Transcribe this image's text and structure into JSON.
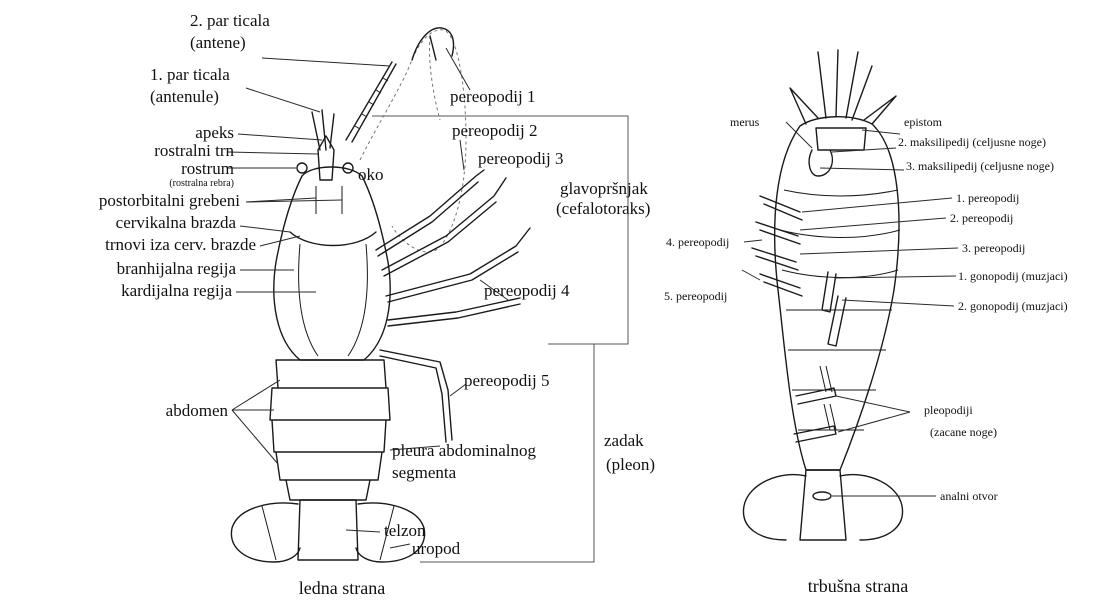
{
  "left_figure": {
    "caption": "ledna strana",
    "labels": {
      "antene_1": "2. par ticala",
      "antene_2": "(antene)",
      "antenule_1": "1. par ticala",
      "antenule_2": "(antenule)",
      "apeks": "apeks",
      "rostralni_trn": "rostralni trn",
      "rostrum": "rostrum",
      "rostralna_rebra": "(rostralna rebra)",
      "postorbitalni": "postorbitalni grebeni",
      "cervikalna": "cervikalna brazda",
      "trnovi": "trnovi iza cerv. brazde",
      "branhijalna": "branhijalna regija",
      "kardijalna": "kardijalna regija",
      "oko": "oko",
      "abdomen": "abdomen",
      "pereopodij_1": "pereopodij 1",
      "pereopodij_2": "pereopodij 2",
      "pereopodij_3": "pereopodij 3",
      "pereopodij_4": "pereopodij 4",
      "pereopodij_5": "pereopodij 5",
      "glavo_1": "glavopršnjak",
      "glavo_2": "(cefalotoraks)",
      "pleura_1": "pleura abdominalnog",
      "pleura_2": "segmenta",
      "zadak_1": "zadak",
      "zadak_2": "(pleon)",
      "telzon": "telzon",
      "uropod": "uropod"
    }
  },
  "right_figure": {
    "caption": "trbušna strana",
    "labels": {
      "merus": "merus",
      "epistom": "epistom",
      "maksilipedij_2": "2. maksilipedij (celjusne noge)",
      "maksilipedij_3": "3. maksilipedij  (celjusne noge)",
      "pereo_1": "1. pereopodij",
      "pereo_2": "2. pereopodij",
      "pereo_3": "3. pereopodij",
      "pereo_4": "4. pereopodij",
      "pereo_5": "5. pereopodij",
      "gono_1": "1. gonopodij (muzjaci)",
      "gono_2": "2. gonopodij (muzjaci)",
      "pleo_1": "pleopodiji",
      "pleo_2": "(zacane noge)",
      "analni": "analni otvor"
    }
  }
}
